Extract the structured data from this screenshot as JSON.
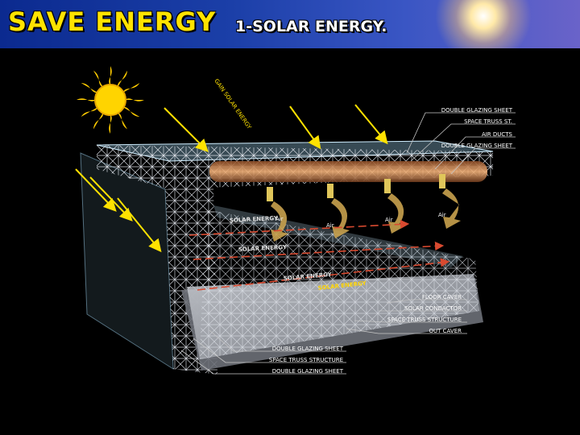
{
  "header": {
    "title": "SAVE ENERGY",
    "subtitle": "1-SOLAR ENERGY."
  },
  "diagram": {
    "gain_label": "GAIN SOLAR ENERGY",
    "air_label": "Air",
    "flow_labels": [
      "SOLAR ENERGY",
      "SOLAR ENERGY",
      "SOLAR ENERGY",
      "SOLAR ENERGY"
    ],
    "callouts_right_top": [
      "DOUBLE GLAZING SHEET",
      "SPACE TRUSS ST.",
      "AIR DUCTS",
      "DOUBLE GLAZING SHEET"
    ],
    "callouts_right_bottom": [
      "FLOOR CAVER",
      "SOLAR CONDACTOR",
      "SPACE TRUSS STRUCTURE",
      "OUT CAVER"
    ],
    "callouts_bottom": [
      "DOUBLE GLAZING SHEET",
      "SPACE TRUSS STRUCTURE",
      "DOUBLE GLAZING SHEET"
    ]
  },
  "colors": {
    "title": "#ffe300",
    "banner": "#1b3fa8",
    "sun": "#ffd000",
    "arrow": "#ffe200",
    "truss": "#d8dde6",
    "glazing": "#9fd4f2",
    "duct": "#e89a5a"
  }
}
